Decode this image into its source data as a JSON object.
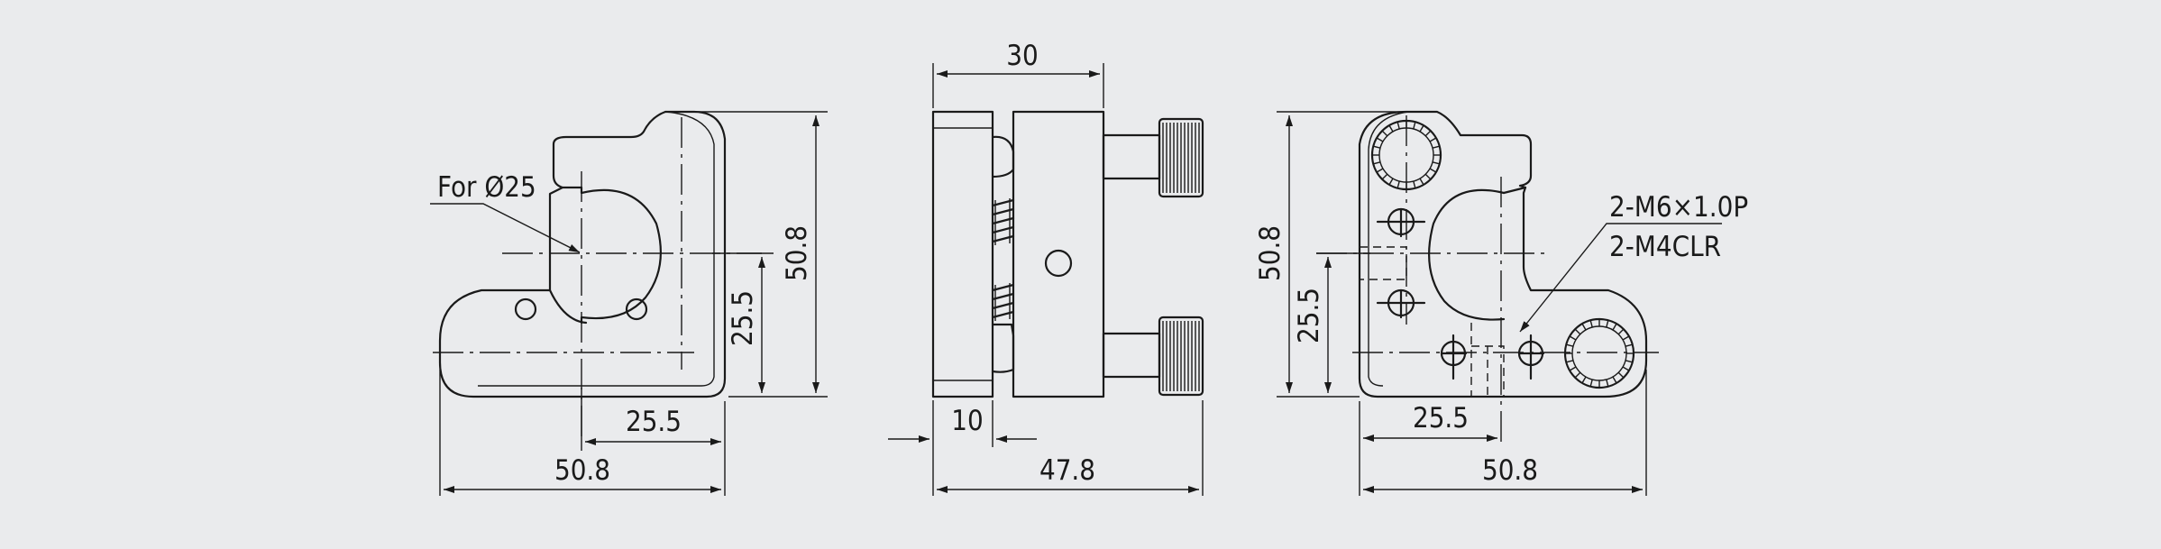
{
  "diagram": {
    "front_view": {
      "bore_label": "For Ø25",
      "dims": {
        "height": "50.8",
        "center_height": "25.5",
        "center_width": "25.5",
        "width": "50.8"
      }
    },
    "side_view": {
      "dims": {
        "top_depth": "30",
        "plate_thickness": "10",
        "total_depth": "47.8"
      }
    },
    "rear_view": {
      "callout_1": "2-M6×1.0P",
      "callout_2": "2-M4CLR",
      "dims": {
        "height": "50.8",
        "center_height": "25.5",
        "center_width": "25.5",
        "width": "50.8"
      }
    }
  },
  "colors": {
    "background": "#eaebed",
    "line": "#1a1a1a"
  }
}
